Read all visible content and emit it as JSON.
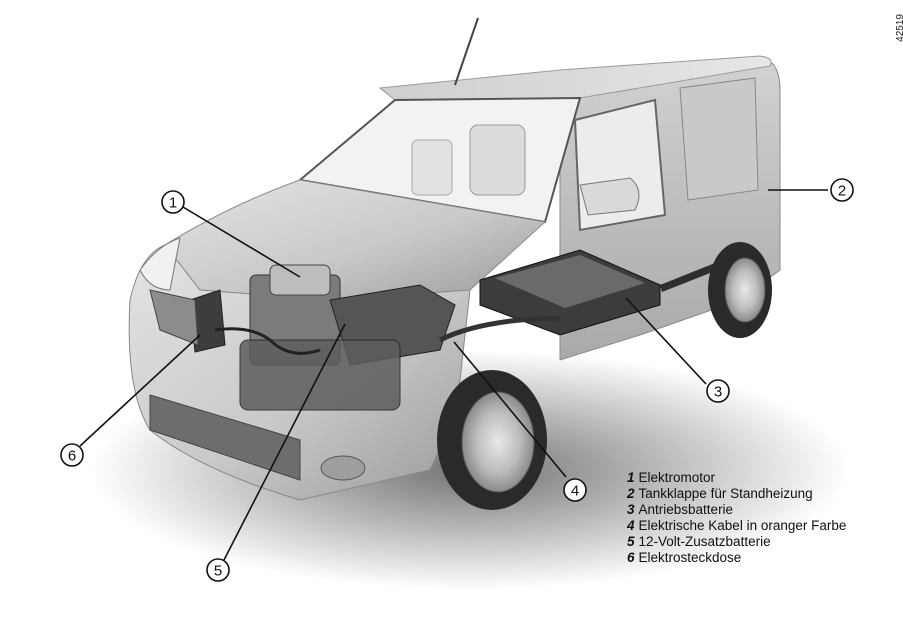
{
  "reference_code": "42519",
  "callouts": [
    {
      "number": "1"
    },
    {
      "number": "2"
    },
    {
      "number": "3"
    },
    {
      "number": "4"
    },
    {
      "number": "5"
    },
    {
      "number": "6"
    }
  ],
  "legend": [
    {
      "number": "1",
      "label": "Elektromotor"
    },
    {
      "number": "2",
      "label": "Tankklappe für Standheizung"
    },
    {
      "number": "3",
      "label": "Antriebsbatterie"
    },
    {
      "number": "4",
      "label": "Elektrische Kabel in oranger Farbe"
    },
    {
      "number": "5",
      "label": "12-Volt-Zusatzbatterie"
    },
    {
      "number": "6",
      "label": "Elektrosteckdose"
    }
  ],
  "colors": {
    "body_light": "#d6d6d6",
    "body_mid": "#b4b4b4",
    "body_dark": "#7a7a7a",
    "components": "#5a5a5a",
    "lines": "#111111"
  }
}
